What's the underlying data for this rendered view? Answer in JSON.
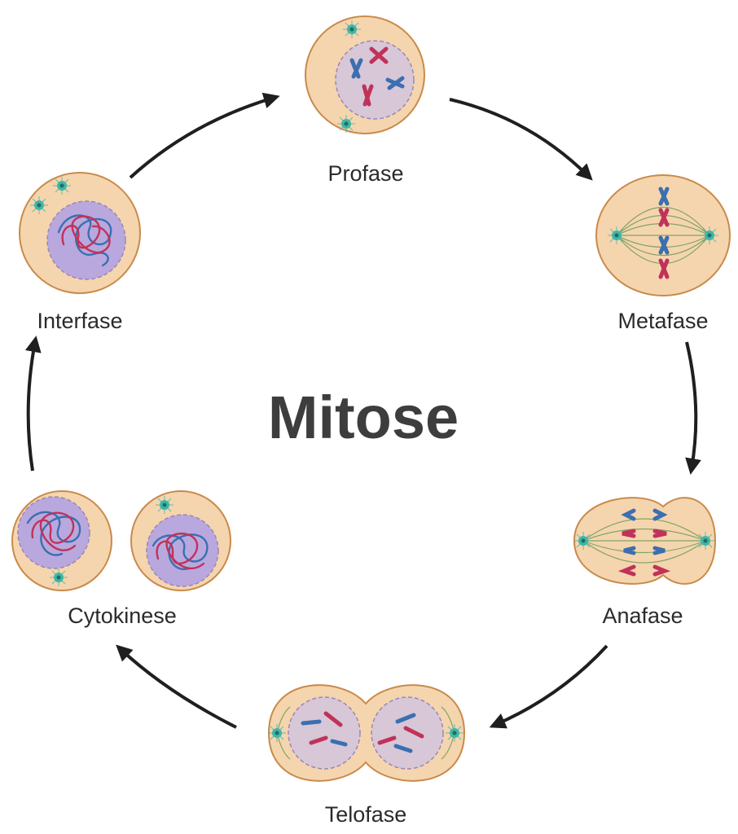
{
  "diagram": {
    "title": "Mitose",
    "stages": {
      "interfase": "Interfase",
      "profase": "Profase",
      "metafase": "Metafase",
      "anafase": "Anafase",
      "telofase": "Telofase",
      "cytokinese": "Cytokinese"
    }
  },
  "colors": {
    "cytoplasm": "#f5d5ae",
    "membrane": "#c98a4b",
    "nucleus": "#b9a8de",
    "chromosome_blue": "#3b6fb0",
    "chromosome_red": "#c0325a",
    "spindle": "#6f9b5a",
    "centrosome": "#3fb6a8"
  },
  "icons": [
    "centrosome-icon",
    "chromosome-icon",
    "spindle-fiber-icon",
    "cycle-arrow-icon"
  ]
}
